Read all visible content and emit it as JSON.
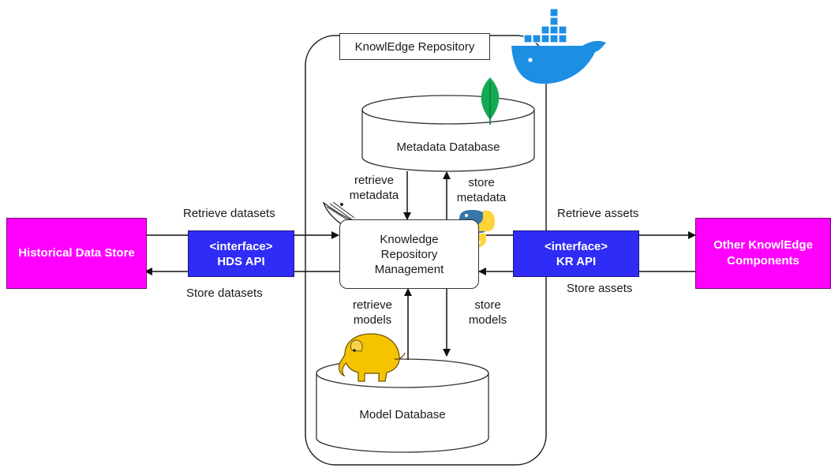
{
  "repository": {
    "title": "KnowlEdge Repository"
  },
  "metadata_db": {
    "label": "Metadata Database"
  },
  "model_db": {
    "label": "Model Database"
  },
  "krm": {
    "line1": "Knowledge",
    "line2": "Repository",
    "line3": "Management"
  },
  "historical_store": {
    "label": "Historical Data Store"
  },
  "hds_api": {
    "line1": "<interface>",
    "line2": "HDS API"
  },
  "kr_api": {
    "line1": "<interface>",
    "line2": "KR API"
  },
  "other_components": {
    "line1": "Other KnowlEdge",
    "line2": "Components"
  },
  "edges": {
    "retrieve_datasets": "Retrieve datasets",
    "store_datasets": "Store datasets",
    "retrieve_assets": "Retrieve assets",
    "store_assets": "Store assets",
    "retrieve_metadata_1": "retrieve",
    "retrieve_metadata_2": "metadata",
    "store_metadata_1": "store",
    "store_metadata_2": "metadata",
    "retrieve_models_1": "retrieve",
    "retrieve_models_2": "models",
    "store_models_1": "store",
    "store_models_2": "models"
  },
  "colors": {
    "magenta": "#ff00ff",
    "interface_blue": "#2f2cf5",
    "docker_blue": "#1d8fe3",
    "mongo_green": "#13aa52",
    "python_blue": "#3776ab",
    "python_yellow": "#ffd43b",
    "hadoop_yellow": "#f5c400"
  },
  "icons": [
    "docker-icon",
    "mongodb-icon",
    "python-icon",
    "flask-icon",
    "hadoop-elephant-icon"
  ]
}
